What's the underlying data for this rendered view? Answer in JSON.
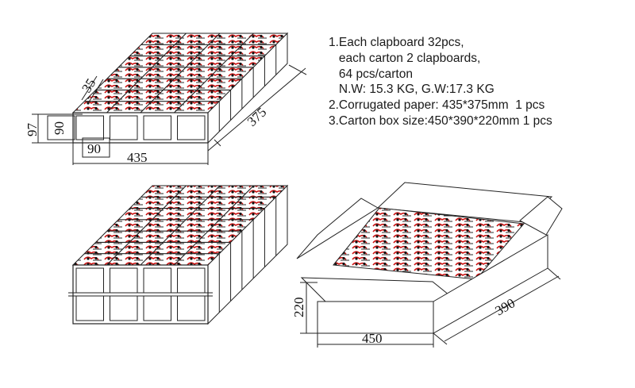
{
  "notes": [
    "1.Each clapboard 32pcs,",
    "   each carton 2 clapboards,",
    "   64 pcs/carton",
    "   N.W: 15.3 KG, G.W:17.3 KG",
    "2.Corrugated paper: 435*375mm  1 pcs",
    "3.Carton box size:450*390*220mm 1 pcs"
  ],
  "dimensions": {
    "tray": {
      "slot_depth": "35",
      "total_height": "97",
      "cell_height": "90",
      "cell_width": "90",
      "length": "435",
      "width": "375"
    },
    "carton": {
      "height": "220",
      "length": "450",
      "width": "390"
    }
  },
  "colors": {
    "line": "#222222",
    "product_red": "#cc1111",
    "product_dark": "#111111"
  }
}
